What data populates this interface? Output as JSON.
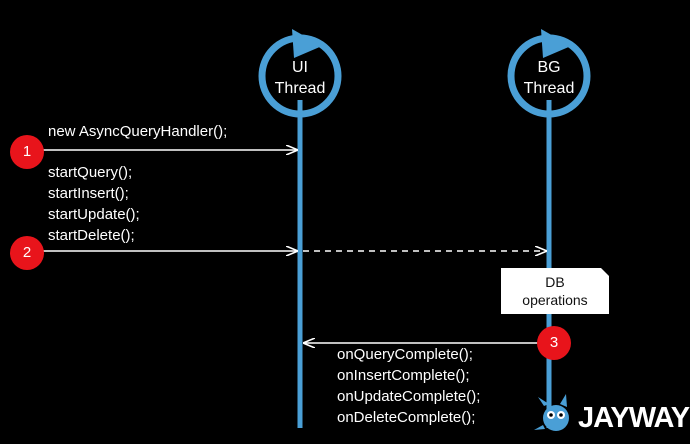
{
  "threads": {
    "ui": {
      "line1": "UI",
      "line2": "Thread"
    },
    "bg": {
      "line1": "BG",
      "line2": "Thread"
    }
  },
  "steps": {
    "step1": {
      "number": "1",
      "label": "new AsyncQueryHandler();"
    },
    "step2": {
      "number": "2",
      "calls": [
        "startQuery();",
        "startInsert();",
        "startUpdate();",
        "startDelete();"
      ]
    },
    "step3": {
      "number": "3",
      "callbacks": [
        "onQueryComplete();",
        "onInsertComplete();",
        "onUpdateComplete();",
        "onDeleteComplete();"
      ]
    }
  },
  "note": {
    "line1": "DB",
    "line2": "operations"
  },
  "logo": {
    "text": "JAYWAY"
  },
  "colors": {
    "thread": "#4a9fd6",
    "badge": "#e8141b",
    "arrow": "#ffffff",
    "background": "#000000"
  }
}
